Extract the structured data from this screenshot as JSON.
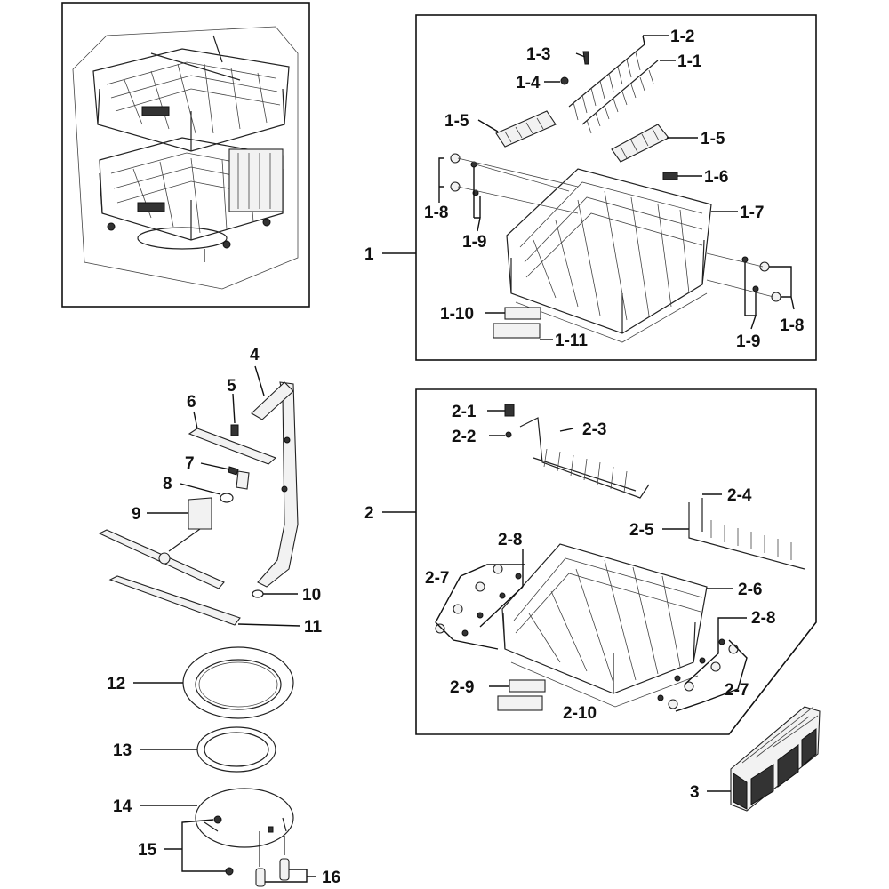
{
  "labels": {
    "l1": "1",
    "l1_1": "1-1",
    "l1_2": "1-2",
    "l1_3": "1-3",
    "l1_4": "1-4",
    "l1_5a": "1-5",
    "l1_5b": "1-5",
    "l1_6": "1-6",
    "l1_7": "1-7",
    "l1_8a": "1-8",
    "l1_8b": "1-8",
    "l1_9a": "1-9",
    "l1_9b": "1-9",
    "l1_10": "1-10",
    "l1_11": "1-11",
    "l2": "2",
    "l2_1": "2-1",
    "l2_2": "2-2",
    "l2_3": "2-3",
    "l2_4": "2-4",
    "l2_5": "2-5",
    "l2_6": "2-6",
    "l2_7a": "2-7",
    "l2_7b": "2-7",
    "l2_8a": "2-8",
    "l2_8b": "2-8",
    "l2_9": "2-9",
    "l2_10": "2-10",
    "l3": "3",
    "l4": "4",
    "l5": "5",
    "l6": "6",
    "l7": "7",
    "l8": "8",
    "l9": "9",
    "l10": "10",
    "l11": "11",
    "l12": "12",
    "l13": "13",
    "l14": "14",
    "l15": "15",
    "l16": "16"
  }
}
